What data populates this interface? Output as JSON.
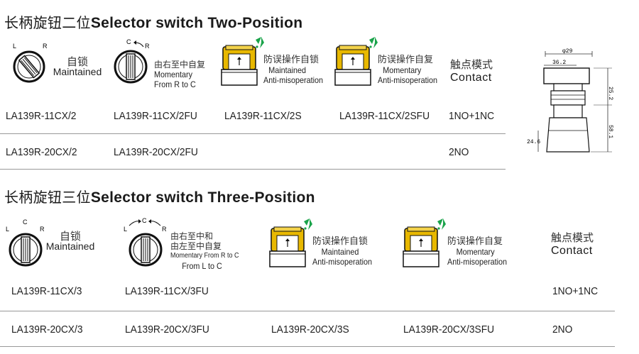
{
  "two_position": {
    "title_cn": "长柄旋钮二位",
    "title_en": "Selector switch Two-Position",
    "modes": [
      {
        "labels": "L R",
        "zh": "自锁",
        "en": "Maintained"
      },
      {
        "labels": "C R",
        "zh": "由右至中自复",
        "en1": "Momentary",
        "en2": "From R to C"
      },
      {
        "zh": "防误操作自锁",
        "en1": "Maintained",
        "en2": "Anti-misoperation"
      },
      {
        "zh": "防误操作自复",
        "en1": "Momentary",
        "en2": "Anti-misoperation"
      }
    ],
    "contact_zh": "触点模式",
    "contact_en": "Contact",
    "rows": [
      {
        "c1": "LA139R-11CX/2",
        "c2": "LA139R-11CX/2FU",
        "c3": "LA139R-11CX/2S",
        "c4": "LA139R-11CX/2SFU",
        "contact": "1NO+1NC"
      },
      {
        "c1": "LA139R-20CX/2",
        "c2": "LA139R-20CX/2FU",
        "c3": "",
        "c4": "",
        "contact": "2NO"
      }
    ]
  },
  "three_position": {
    "title_cn": "长柄旋钮三位",
    "title_en": "Selector switch Three-Position",
    "modes": [
      {
        "zh": "自锁",
        "en": "Maintained"
      },
      {
        "zh1": "由右至中和",
        "zh2": "由左至中自复",
        "en1": "Momentary From R to C",
        "en2": "From L to C"
      },
      {
        "zh": "防误操作自锁",
        "en1": "Maintained",
        "en2": "Anti-misoperation"
      },
      {
        "zh": "防误操作自复",
        "en1": "Momentary",
        "en2": "Anti-misoperation"
      }
    ],
    "contact_zh": "触点模式",
    "contact_en": "Contact",
    "rows": [
      {
        "c1": "LA139R-11CX/3",
        "c2": "LA139R-11CX/3FU",
        "c3": "",
        "c4": "",
        "contact": "1NO+1NC"
      },
      {
        "c1": "LA139R-20CX/3",
        "c2": "LA139R-20CX/3FU",
        "c3": "LA139R-20CX/3S",
        "c4": "LA139R-20CX/3SFU",
        "contact": "2NO"
      }
    ]
  },
  "dimensions": {
    "d1": "φ29",
    "d2": "36.2",
    "d3": "25.2",
    "d4": "58.1",
    "d5": "24.6"
  },
  "icon_labels": {
    "L": "L",
    "R": "R",
    "C": "C"
  },
  "colors": {
    "cap_yellow": "#e8b800",
    "lock_green": "#1aa34a"
  }
}
